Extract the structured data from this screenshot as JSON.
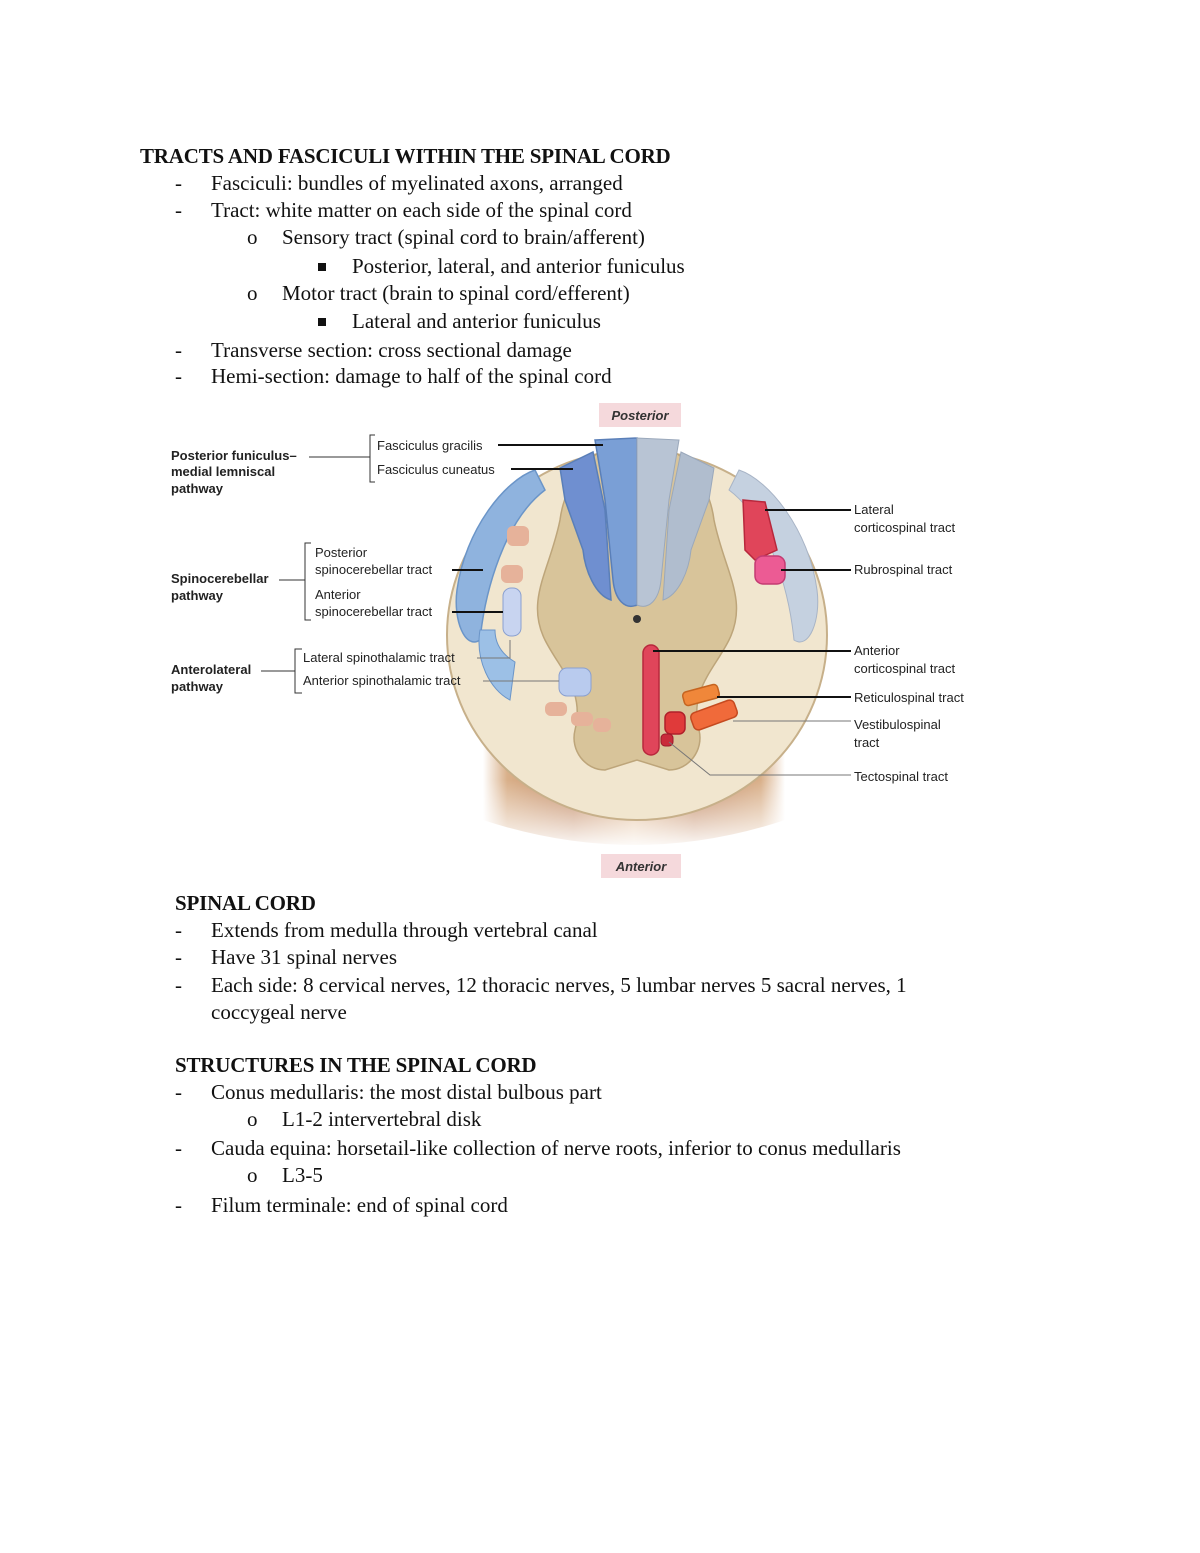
{
  "section1": {
    "title": "TRACTS AND FASCICULI WITHIN THE SPINAL CORD",
    "items": [
      {
        "marker": "-",
        "text": "Fasciculi: bundles of myelinated axons, arranged"
      },
      {
        "marker": "-",
        "text": "Tract: white matter on each side of the spinal cord"
      },
      {
        "marker": "o",
        "text": "Sensory tract (spinal cord to brain/afferent)"
      },
      {
        "marker": "square",
        "text": "Posterior, lateral, and anterior funiculus"
      },
      {
        "marker": "o",
        "text": "Motor tract (brain to spinal cord/efferent)"
      },
      {
        "marker": "square",
        "text": "Lateral and anterior funiculus"
      },
      {
        "marker": "-",
        "text": "Transverse section: cross sectional damage"
      },
      {
        "marker": "-",
        "text": "Hemi-section: damage to half of the spinal cord"
      }
    ]
  },
  "diagram": {
    "posterior": "Posterior",
    "anterior": "Anterior",
    "left": {
      "posterior_funiculus": [
        "Posterior funiculus–",
        "medial lemniscal",
        "pathway"
      ],
      "fasciculus_gracilis": "Fasciculus gracilis",
      "fasciculus_cuneatus": "Fasciculus cuneatus",
      "spinocerebellar": [
        "Spinocerebellar",
        "pathway"
      ],
      "posterior_spinocerebellar": [
        "Posterior",
        "spinocerebellar tract"
      ],
      "anterior_spinocerebellar": [
        "Anterior",
        "spinocerebellar tract"
      ],
      "anterolateral": [
        "Anterolateral",
        "pathway"
      ],
      "lateral_spinothalamic": "Lateral spinothalamic tract",
      "anterior_spinothalamic": "Anterior spinothalamic tract"
    },
    "right": {
      "lateral_corticospinal": [
        "Lateral",
        "corticospinal tract"
      ],
      "rubrospinal": "Rubrospinal tract",
      "anterior_corticospinal": [
        "Anterior",
        "corticospinal tract"
      ],
      "reticulospinal": "Reticulospinal tract",
      "vestibulospinal": [
        "Vestibulospinal",
        "tract"
      ],
      "tectospinal": "Tectospinal tract"
    },
    "colors": {
      "sensory_blue": "#7a9fd6",
      "motor_red": "#e0455a",
      "gray_matter": "#d8c49a",
      "white_matter": "#f1e6cf",
      "nerve": "#c9966b",
      "tag": "#f5d9dc"
    }
  },
  "section2": {
    "title": "SPINAL CORD",
    "items": [
      {
        "marker": "-",
        "text": "Extends from medulla through vertebral canal"
      },
      {
        "marker": "-",
        "text": "Have 31 spinal nerves"
      },
      {
        "marker": "-",
        "text": "Each side: 8 cervical nerves, 12 thoracic nerves, 5 lumbar nerves 5 sacral nerves, 1"
      },
      {
        "marker": "",
        "text": "coccygeal nerve"
      }
    ]
  },
  "section3": {
    "title": "STRUCTURES IN THE SPINAL CORD",
    "items": [
      {
        "marker": "-",
        "text": "Conus medullaris: the most distal bulbous part"
      },
      {
        "marker": "o",
        "text": "L1-2 intervertebral disk"
      },
      {
        "marker": "-",
        "text": "Cauda equina: horsetail-like collection of nerve roots, inferior to conus medullaris"
      },
      {
        "marker": "o",
        "text": "L3-5"
      },
      {
        "marker": "-",
        "text": "Filum terminale: end of spinal cord"
      }
    ]
  }
}
